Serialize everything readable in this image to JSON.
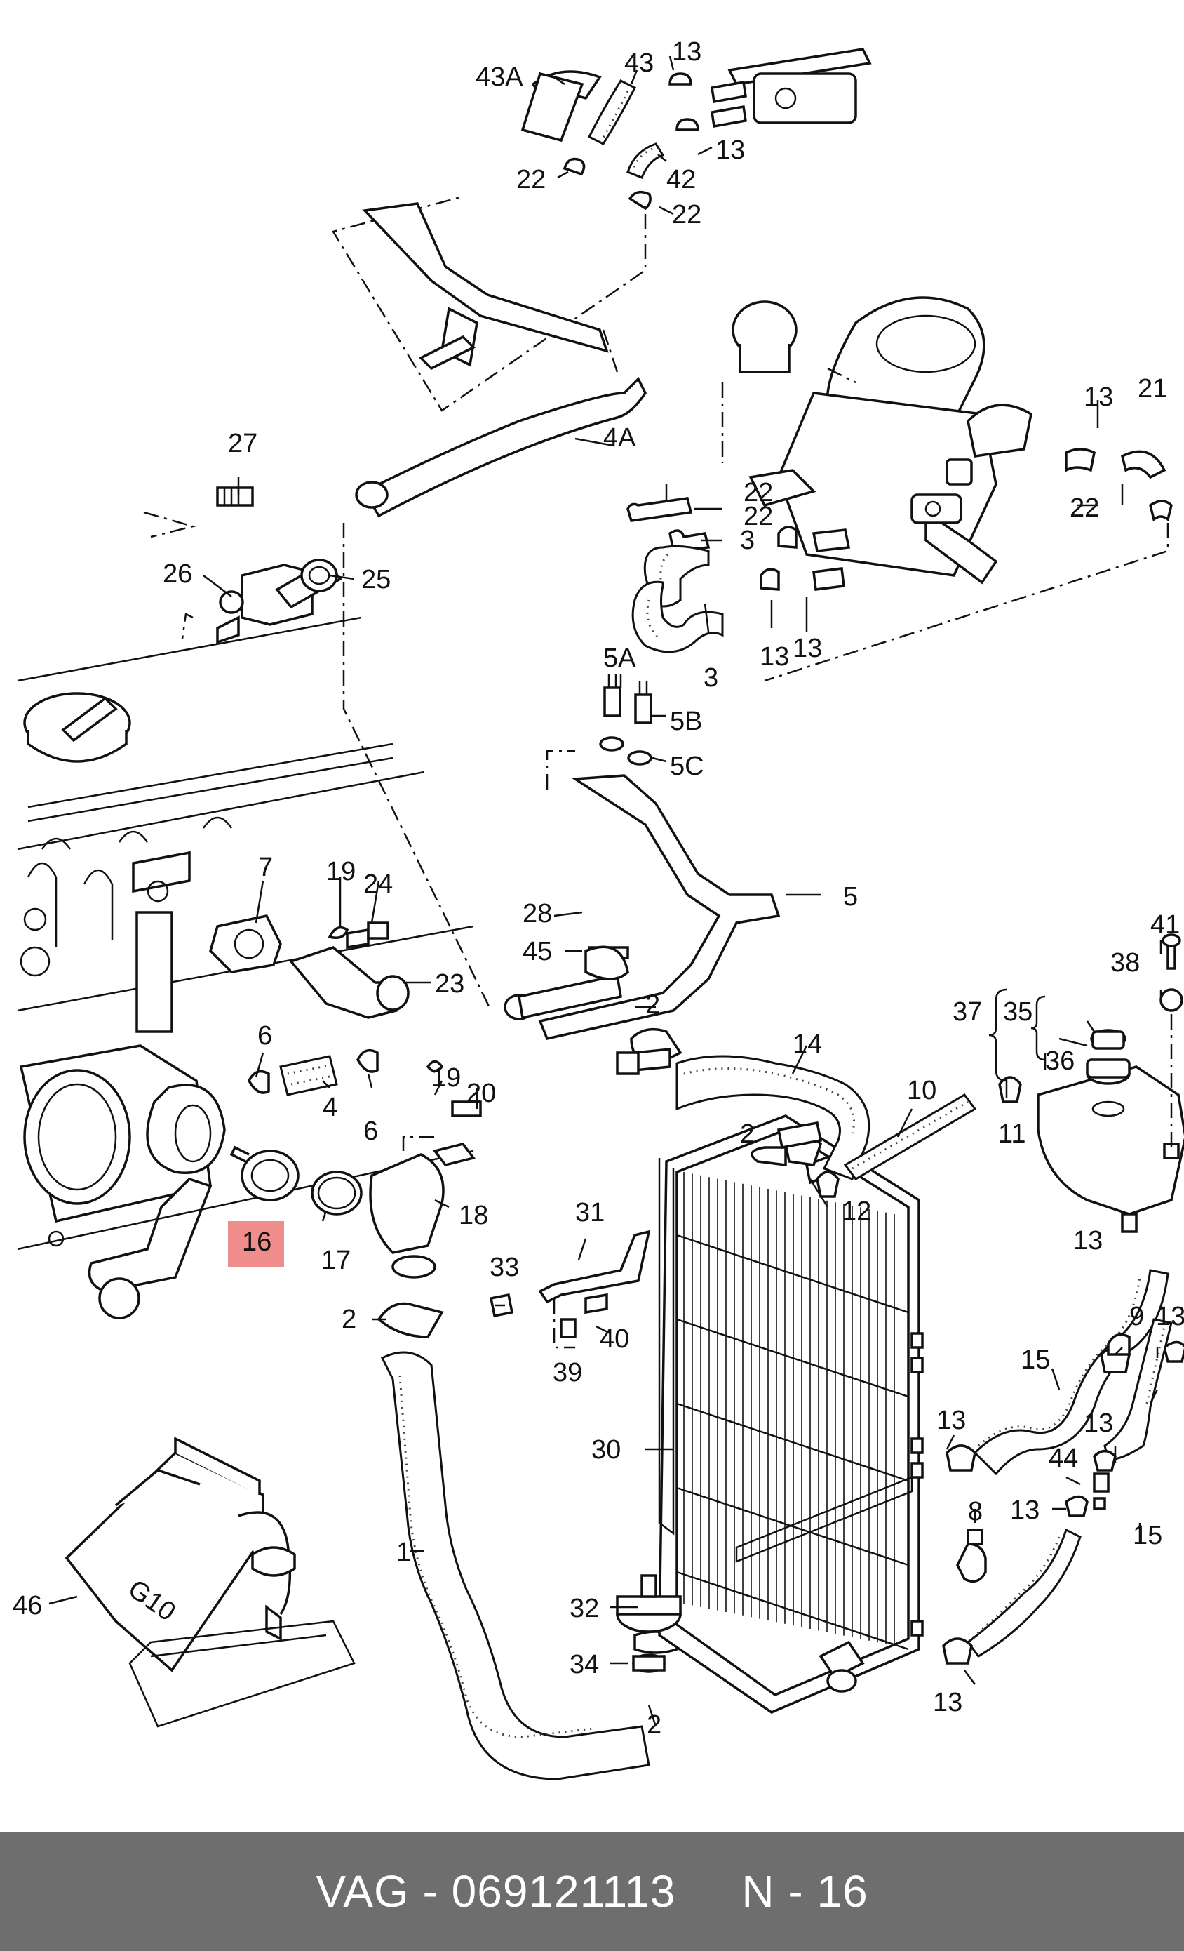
{
  "highlight": {
    "label": "16",
    "color": "#f08c8c"
  },
  "footer": {
    "text": "VAG - 069121113     N - 16",
    "background": "#6e6e6e"
  },
  "labels": {
    "l43a": "43A",
    "l43": "43",
    "l13_a": "13",
    "l13_b": "13",
    "l22_a": "22",
    "l42": "42",
    "l22_b": "22",
    "l4a": "4A",
    "l27": "27",
    "l26": "26",
    "l25": "25",
    "l13_c": "13",
    "l21": "21",
    "l22_c": "22",
    "l22_d": "22",
    "l22_e": "22",
    "l3_a": "3",
    "l3_b": "3",
    "l13_d": "13",
    "l13_e": "13",
    "l5a": "5A",
    "l5b": "5B",
    "l5c": "5C",
    "l5": "5",
    "l7": "7",
    "l19_a": "19",
    "l24": "24",
    "l23": "23",
    "l28": "28",
    "l45": "45",
    "l6_a": "6",
    "l4": "4",
    "l6_b": "6",
    "l19_b": "19",
    "l20": "20",
    "l18": "18",
    "l17": "17",
    "l2_a": "2",
    "l14": "14",
    "l2_b": "2",
    "l10": "10",
    "l11": "11",
    "l12": "12",
    "l41": "41",
    "l38": "38",
    "l37": "37",
    "l35": "35",
    "l36": "36",
    "l31": "31",
    "l33": "33",
    "l40": "40",
    "l39": "39",
    "l2_c": "2",
    "l13_f": "13",
    "l9": "9",
    "l13_g": "13",
    "l15_a": "15",
    "l13_h": "13",
    "l13_i": "13",
    "l44": "44",
    "l13_j": "13",
    "l8": "8",
    "l15_b": "15",
    "l13_k": "13",
    "l30": "30",
    "l1": "1",
    "l46": "46",
    "l32": "32",
    "l34": "34",
    "l2_d": "2",
    "can_marking": "G10"
  }
}
